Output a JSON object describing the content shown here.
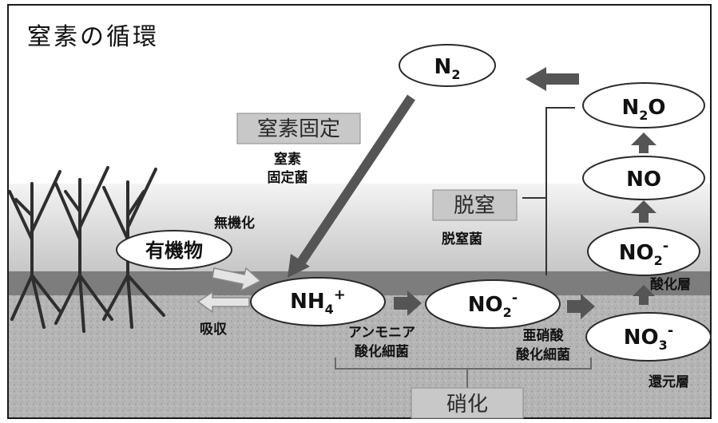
{
  "title": "窒素の循環",
  "molecules": {
    "n2": {
      "main": "N",
      "sub": "2",
      "sup": ""
    },
    "n2o": {
      "main": "N",
      "sub": "2",
      "tail": "O"
    },
    "no": {
      "main": "NO"
    },
    "no2_upper": {
      "main": "NO",
      "sub": "2",
      "sup": "-"
    },
    "nh4": {
      "main": "NH",
      "sub": "4",
      "sup": "+"
    },
    "no2_mid": {
      "main": "NO",
      "sub": "2",
      "sup": "-"
    },
    "no3": {
      "main": "NO",
      "sub": "3",
      "sup": "-"
    },
    "organic": "有機物"
  },
  "process_boxes": {
    "fixation": "窒素固定",
    "denitrification": "脱窒",
    "nitrification": "硝化"
  },
  "labels": {
    "fixing_bacteria_line1": "窒素",
    "fixing_bacteria_line2": "固定菌",
    "mineralization": "無機化",
    "denitrifying_bacteria": "脱窒菌",
    "absorption": "吸収",
    "ammonia_bacteria_line1": "アンモニア",
    "ammonia_bacteria_line2": "酸化細菌",
    "nitrite_bacteria_line1": "亜硝酸",
    "nitrite_bacteria_line2": "酸化細菌",
    "oxidized_layer": "酸化層",
    "reduced_layer": "還元層"
  },
  "colors": {
    "sky": "#ffffff",
    "ground": "#b9b9b9",
    "soil_band": "#7d7d7d",
    "arrow": "#5a5a5a",
    "box": "#c8c8c8"
  }
}
